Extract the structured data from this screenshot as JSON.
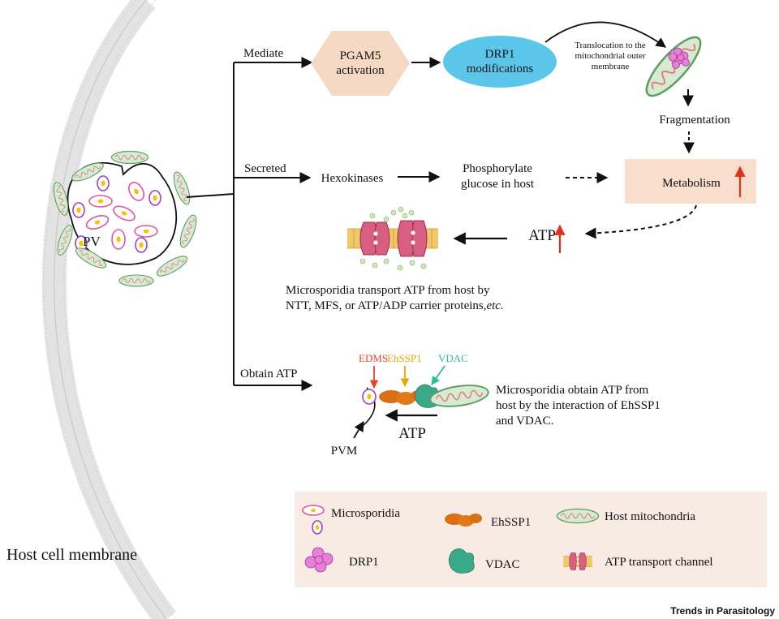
{
  "labels": {
    "pv": "PV",
    "mediate": "Mediate",
    "pgam5_line1": "PGAM5",
    "pgam5_line2": "activation",
    "drp1_line1": "DRP1",
    "drp1_line2": "modifications",
    "translocation_line1": "Translocation  to the",
    "translocation_line2": "mitochondrial outer",
    "translocation_line3": "membrane",
    "fragmentation": "Fragmentation",
    "secreted": "Secreted",
    "hexokinases": "Hexokinases",
    "phosphorylate_line1": "Phosphorylate",
    "phosphorylate_line2": "glucose in host",
    "metabolism": "Metabolism",
    "atp": "ATP",
    "transport_line1": "Microsporidia transport ATP from host by",
    "transport_line2": "NTT, MFS, or ATP/ADP carrier proteins,",
    "transport_etc": "etc.",
    "obtain_atp": "Obtain ATP",
    "edms": "EDMS",
    "ehssp1": "EhSSP1",
    "vdac": "VDAC",
    "atp_bottom": "ATP",
    "pvm": "PVM",
    "obtain_line1": "Microsporidia obtain ATP from",
    "obtain_line2": "host by the interaction of EhSSP1",
    "obtain_line3": "and VDAC.",
    "host_cell_membrane": "Host cell membrane",
    "footer": "Trends in Parasitology"
  },
  "legend": {
    "microsporidia": "Microsporidia",
    "ehssp1": "EhSSP1",
    "host_mitochondria": "Host mitochondria",
    "drp1": "DRP1",
    "vdac": "VDAC",
    "atp_channel": "ATP  transport channel"
  },
  "colors": {
    "membrane": "#d9d9d9",
    "pgam5": "#f6d9c4",
    "drp1": "#5bc6ea",
    "metabolism_box": "#f9ddcd",
    "mito_fill": "#d7ebd2",
    "mito_stroke": "#5f9e63",
    "mito_inner": "#e07b88",
    "microsporidia": "#e2579a",
    "spore_inner": "#f4c400",
    "drp1_flower": "#e97fd9",
    "ehssp1": "#d97016",
    "vdac": "#3aa98a",
    "edms": "#e5452f",
    "ehssp1_label": "#e5a800",
    "vdac_label": "#2bbd94",
    "legend_bg": "#f7ebe3",
    "up_arrow": "#e0311a"
  }
}
